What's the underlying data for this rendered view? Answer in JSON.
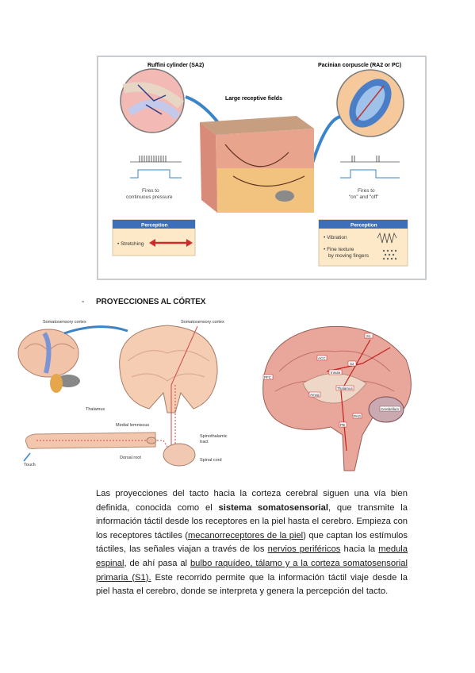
{
  "figure1": {
    "left_title": "Ruffini cylinder (SA2)",
    "right_title": "Pacinian corpuscle (RA2 or PC)",
    "center_title": "Large receptive fields",
    "left_caption_1": "Fires to",
    "left_caption_2": "continuous pressure",
    "right_caption_1": "Fires to",
    "right_caption_2": "“on” and “off”",
    "left_perception": {
      "header": "Perception",
      "item": "• Stretching"
    },
    "right_perception": {
      "header": "Perception",
      "item_1": "• Vibration",
      "item_2a": "• Fine texture",
      "item_2b": "by moving fingers"
    }
  },
  "section": {
    "dash": "-",
    "heading": "PROYECCIONES AL CÓRTEX"
  },
  "figure2": {
    "somato_left": "Somatosensory cortex",
    "somato_right": "Somatosensory cortex",
    "thalamus": "Thalamus",
    "medial_lemniscus": "Medial lemniscus",
    "spinothalamic_1": "Spinothalamic",
    "spinothalamic_2": "tract",
    "dorsal_root": "Dorsal root",
    "spinal_cord": "Spinal cord",
    "touch": "Touch"
  },
  "figure3": {
    "labels": [
      "S1",
      "S2",
      "PFC",
      "ACC",
      "Insula",
      "Thalamus",
      "Amyg",
      "PAG",
      "PB",
      "Cerebellum"
    ]
  },
  "paragraph": {
    "t1": "Las proyecciones del tacto hacia la corteza cerebral siguen una vía bien definida, conocida como el ",
    "b1": "sistema somatosensorial",
    "t2": ", que transmite la información táctil desde los receptores en la piel hasta el cerebro. Empieza con los receptores táctiles (",
    "u1": "mecanorreceptores de la piel",
    "t3": ") que captan los estímulos táctiles, las señales viajan a través de los ",
    "u2": "nervios periféricos",
    "t4": " hacia la ",
    "u3": "medula espinal",
    "t5": ", de ahí pasa al ",
    "u4": "bulbo raquídeo, tálamo y a la corteza somatosensorial primaria (S1).",
    "t6": " Este recorrido permite que la información táctil viaje desde la piel hasta el cerebro, donde se interpreta y genera la percepción del tacto."
  }
}
